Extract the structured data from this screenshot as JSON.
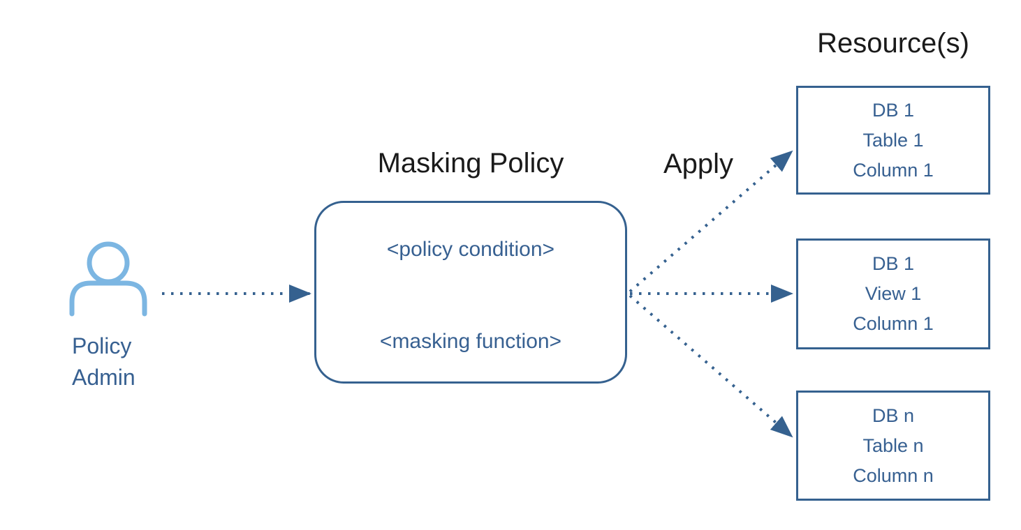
{
  "colors": {
    "steel_blue": "#35618F",
    "text_blue": "#376091",
    "light_blue": "#7CB6E2",
    "label_dark": "#1A1A1A",
    "background": "#FFFFFF"
  },
  "actor": {
    "icon": "person-icon",
    "label_lines": [
      "Policy",
      "Admin"
    ]
  },
  "policy": {
    "title": "Masking Policy",
    "condition": "<policy condition>",
    "function": "<masking function>"
  },
  "apply_label": "Apply",
  "resources": {
    "heading": "Resource(s)",
    "boxes": [
      {
        "lines": [
          "DB 1",
          "Table 1",
          "Column 1"
        ]
      },
      {
        "lines": [
          "DB 1",
          "View 1",
          "Column 1"
        ]
      },
      {
        "lines": [
          "DB n",
          "Table n",
          "Column n"
        ]
      }
    ]
  }
}
